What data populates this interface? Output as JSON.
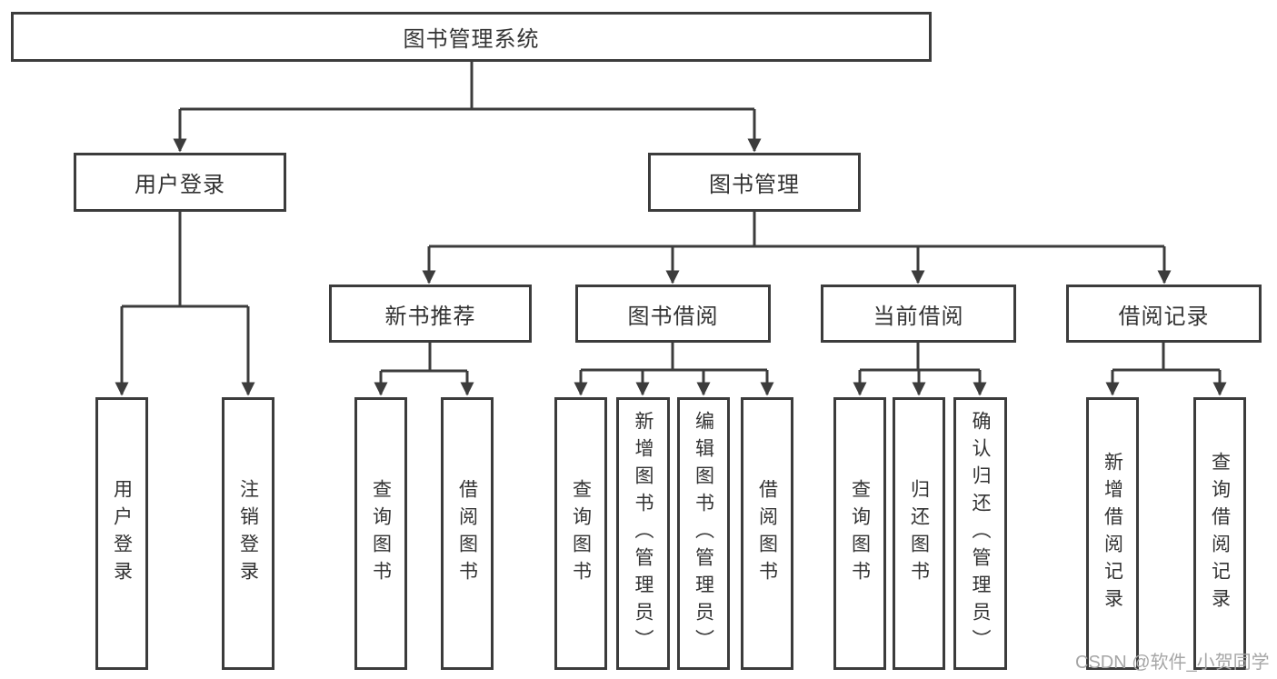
{
  "colors": {
    "line": "#3c3c3c",
    "text": "#333333",
    "watermark": "#a6a6a6",
    "background": "#ffffff"
  },
  "watermark": "CSDN @软件_小贺同学",
  "tree": {
    "root": "图书管理系统",
    "branches": [
      {
        "label": "用户登录",
        "leaves": [
          "用户登录",
          "注销登录"
        ]
      },
      {
        "label": "图书管理",
        "groups": [
          {
            "label": "新书推荐",
            "leaves": [
              "查询图书",
              "借阅图书"
            ]
          },
          {
            "label": "图书借阅",
            "leaves": [
              "查询图书",
              "新增图书（管理员）",
              "编辑图书（管理员）",
              "借阅图书"
            ]
          },
          {
            "label": "当前借阅",
            "leaves": [
              "查询图书",
              "归还图书",
              "确认归还（管理员）"
            ]
          },
          {
            "label": "借阅记录",
            "leaves": [
              "新增借阅记录",
              "查询借阅记录"
            ]
          }
        ]
      }
    ]
  }
}
